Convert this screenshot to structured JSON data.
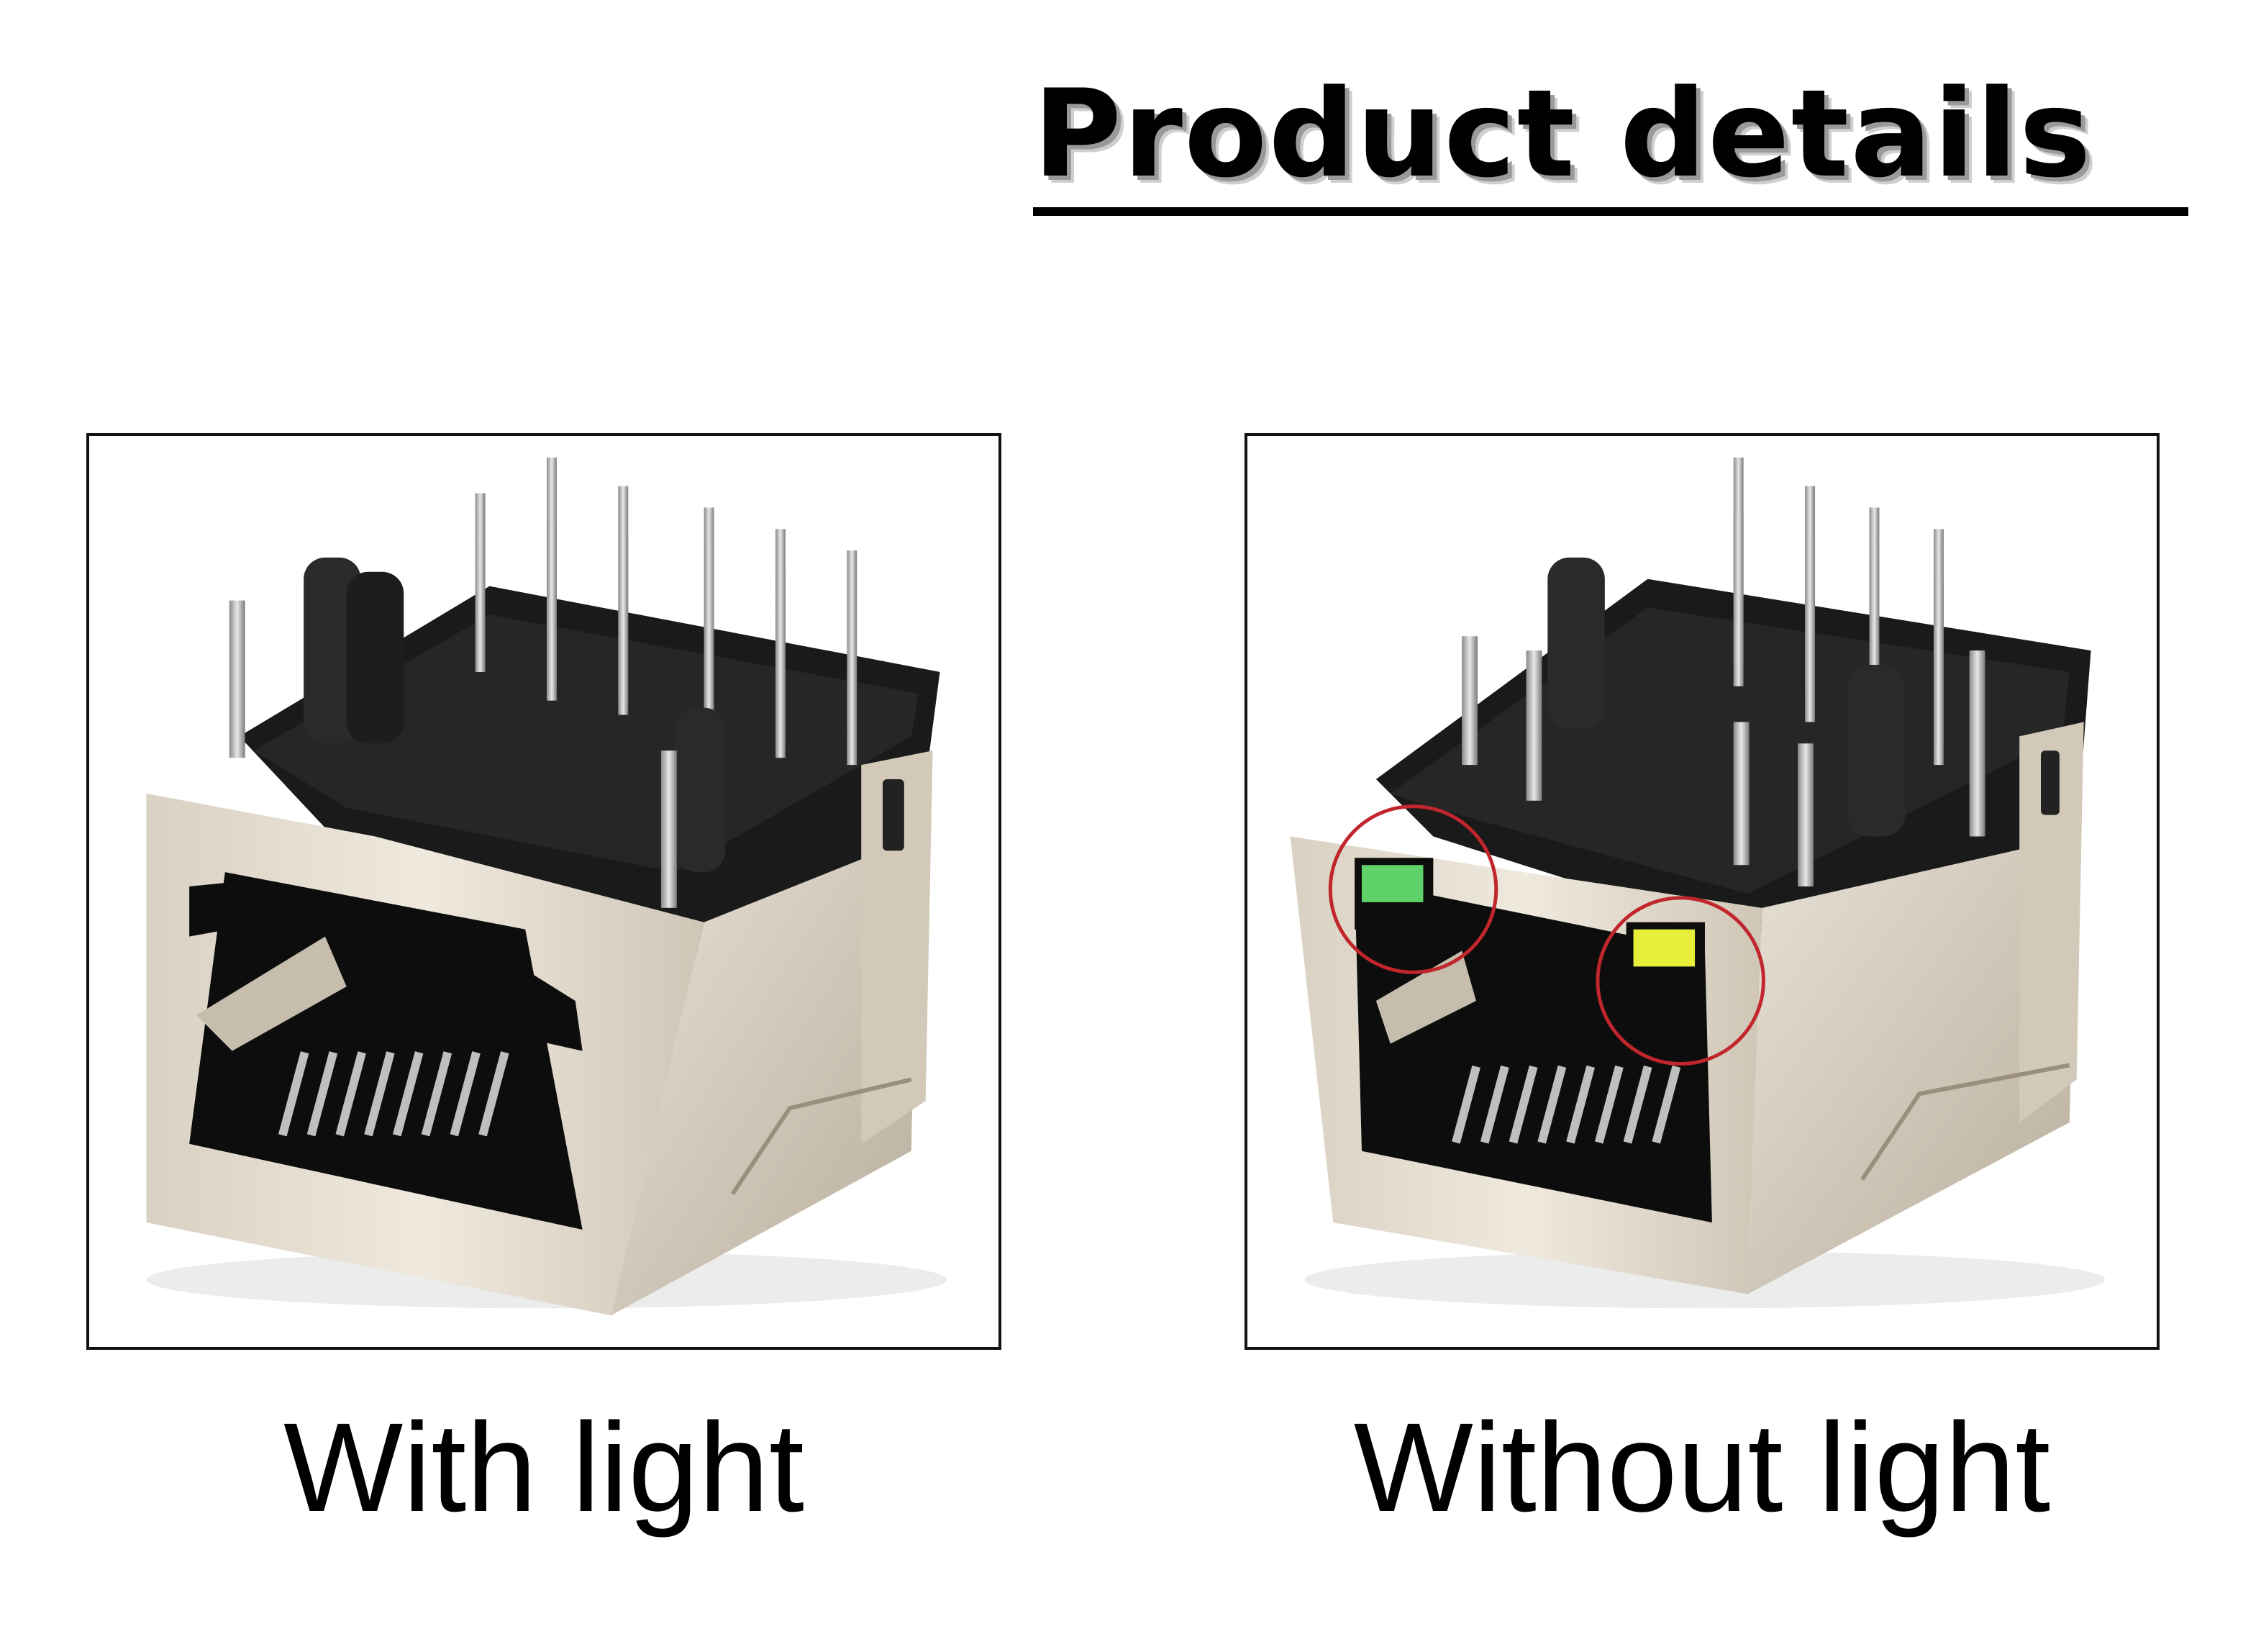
{
  "title": "Product details",
  "panels": [
    {
      "caption": "With light",
      "image": "rj45-connector-photo",
      "led_markers": false
    },
    {
      "caption": "Without light",
      "image": "rj45-connector-photo",
      "led_markers": true,
      "led_colors": [
        "#5fd36a",
        "#e8ef3a"
      ],
      "marker_color": "#c0262c"
    }
  ]
}
